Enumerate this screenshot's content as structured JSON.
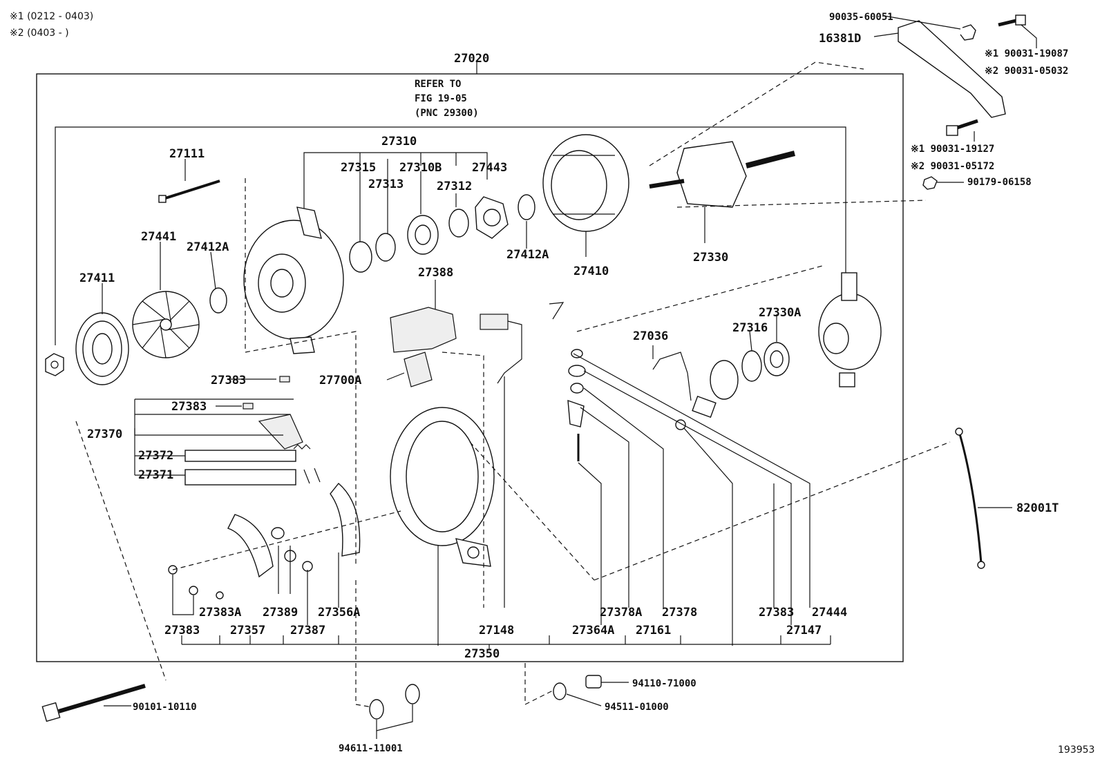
{
  "notes": {
    "note1": "※1 (0212 - 0403)",
    "note2": "※2 (0403 -        )",
    "figure_id": "193953"
  },
  "assembly": {
    "number": "27020",
    "refer_line1": "REFER TO",
    "refer_line2": "FIG 19-05",
    "refer_line3": "(PNC 29300)"
  },
  "labels": {
    "p27111": "27111",
    "p27310": "27310",
    "p27315": "27315",
    "p27310B": "27310B",
    "p27443": "27443",
    "p27313": "27313",
    "p27312": "27312",
    "p27441": "27441",
    "p27412A_l": "27412A",
    "p27411": "27411",
    "p27412A_r": "27412A",
    "p27410": "27410",
    "p27330": "27330",
    "p27388": "27388",
    "p27036": "27036",
    "p27316": "27316",
    "p27330A": "27330A",
    "p27383_a": "27383",
    "p27700A": "27700A",
    "p27383_b": "27383",
    "p27370": "27370",
    "p27372": "27372",
    "p27371": "27371",
    "p27383A": "27383A",
    "p27389": "27389",
    "p27356A": "27356A",
    "p27383_c": "27383",
    "p27357": "27357",
    "p27387": "27387",
    "p27148": "27148",
    "p27378A": "27378A",
    "p27378": "27378",
    "p27383_d": "27383",
    "p27444": "27444",
    "p27364A": "27364A",
    "p27161": "27161",
    "p27147": "27147",
    "p27350": "27350",
    "p82001T": "82001T",
    "p16381D": "16381D",
    "p90035": "90035-60051",
    "p90031_19087": "※1 90031-19087",
    "p90031_05032": "※2 90031-05032",
    "p90031_19127": "※1 90031-19127",
    "p90031_05172": "※2 90031-05172",
    "p90179": "90179-06158",
    "p90101": "90101-10110",
    "p94611": "94611-11001",
    "p94110": "94110-71000",
    "p94511": "94511-01000"
  }
}
